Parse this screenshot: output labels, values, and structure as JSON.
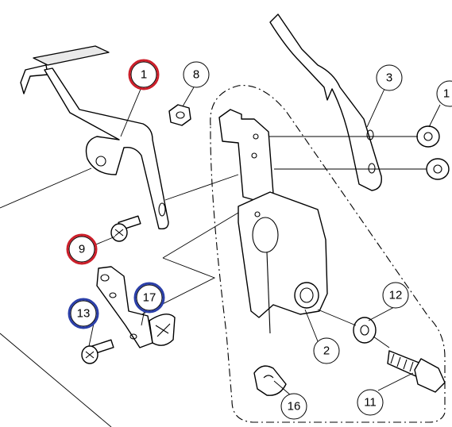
{
  "callouts": [
    {
      "label": "1",
      "highlight": "red"
    },
    {
      "label": "8",
      "highlight": null
    },
    {
      "label": "3",
      "highlight": null
    },
    {
      "label": "1",
      "highlight": null
    },
    {
      "label": "9",
      "highlight": "red"
    },
    {
      "label": "12",
      "highlight": null
    },
    {
      "label": "13",
      "highlight": "blue"
    },
    {
      "label": "17",
      "highlight": "blue"
    },
    {
      "label": "2",
      "highlight": null
    },
    {
      "label": "16",
      "highlight": null
    },
    {
      "label": "11",
      "highlight": null
    }
  ],
  "colors": {
    "highlight_red": "#cc1f2a",
    "highlight_blue": "#2b3fa8",
    "line": "#000000",
    "background": "#ffffff"
  }
}
